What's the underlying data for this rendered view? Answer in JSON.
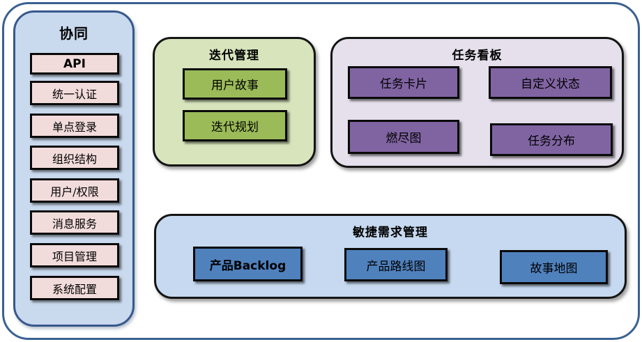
{
  "colors": {
    "frame_border": "#3A6191",
    "sidebar_bg": "#C9D9EE",
    "sidebar_border": "#37598C",
    "sidebar_item_bg": "#F2DCDB",
    "iteration_panel_bg": "#D7E4BC",
    "iteration_item_bg": "#9BBB59",
    "kanban_panel_bg": "#E5E0EC",
    "kanban_item_bg": "#8064A2",
    "requirements_panel_bg": "#C6D9F0",
    "requirements_item_bg": "#4F81BD",
    "box_border": "#000000"
  },
  "sidebar": {
    "title": "协同",
    "items": [
      "API",
      "统一认证",
      "单点登录",
      "组织结构",
      "用户/权限",
      "消息服务",
      "项目管理",
      "系统配置"
    ]
  },
  "panels": {
    "iteration": {
      "title": "迭代管理",
      "items": [
        "用户故事",
        "迭代规划"
      ]
    },
    "kanban": {
      "title": "任务看板",
      "items": [
        "任务卡片",
        "自定义状态",
        "燃尽图",
        "任务分布"
      ]
    },
    "requirements": {
      "title": "敏捷需求管理",
      "items": [
        "产品Backlog",
        "产品路线图",
        "故事地图"
      ]
    }
  }
}
